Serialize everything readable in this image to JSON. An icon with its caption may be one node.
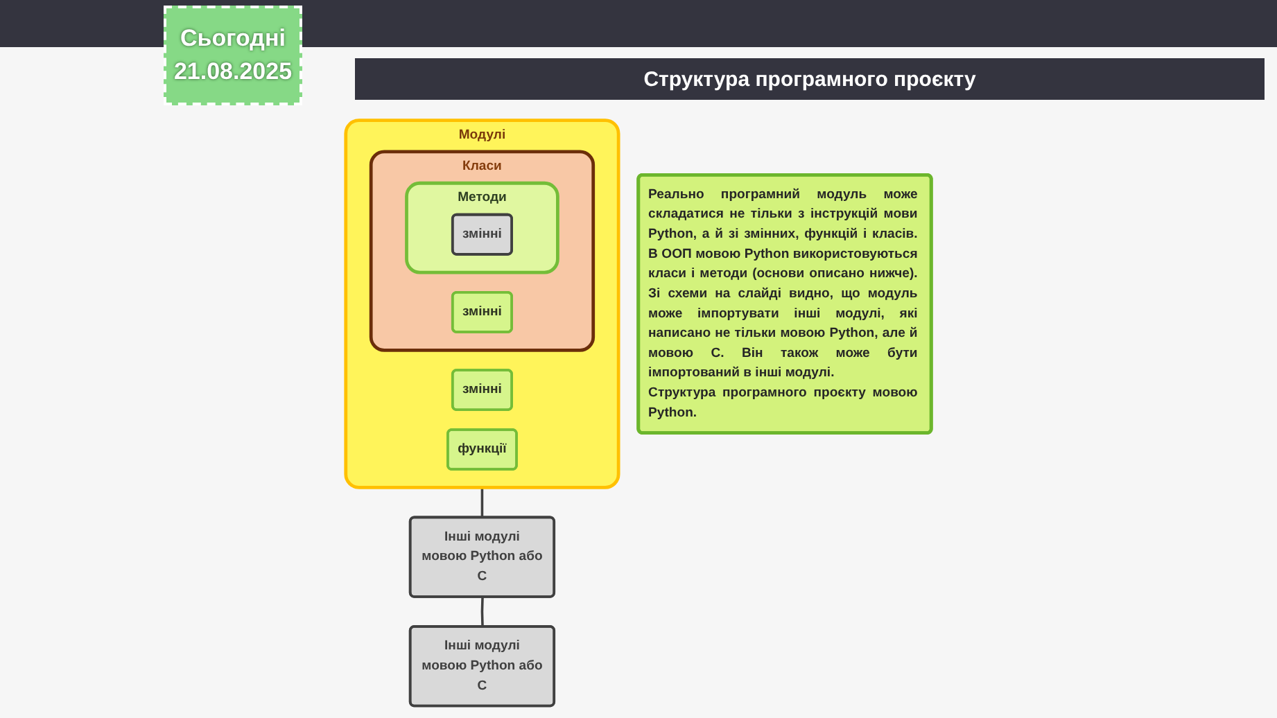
{
  "diagram": {
    "title": "Структура програмного проєкту",
    "nodes": [
      {
        "text": [
          "Реально програмний модуль може складатися не тільки з інструкцій мови Python, а й зі змінних, функцій і класів. В ООП мовою Python використовуються класи і методи (основи описано нижче). Зі схеми на слайді видно, що модуль може імпортувати інші модулі, які написано не тільки мовою Python, але й мовою C. Він також може бути імпортований в інші модулі.",
          "Структура програмного проєкту мовою Python."
        ]
      },
      {
        "text": [
          "Модулі"
        ]
      },
      {
        "text": [
          "змінні"
        ],
        "in": 1
      },
      {
        "text": [
          "функції"
        ],
        "in": 1
      },
      {
        "text": [
          "Класи"
        ],
        "in": 1
      },
      {
        "text": [
          "змінні"
        ],
        "in": 4
      },
      {
        "text": [
          "Методи"
        ],
        "in": 4
      },
      {
        "text": [
          "змінні"
        ],
        "in": 6
      },
      {
        "text": [
          "Інші модулі мовою Python або C"
        ]
      },
      {
        "text": [
          "Інші модулі мовою Python або C"
        ]
      }
    ],
    "edges": [
      {
        "from": 1,
        "to": 8,
        "arrow": "none"
      },
      {
        "from": 8,
        "to": 9,
        "arrow": "none"
      }
    ],
    "labels": [
      "Сьогодні",
      "21.08.2025"
    ]
  }
}
